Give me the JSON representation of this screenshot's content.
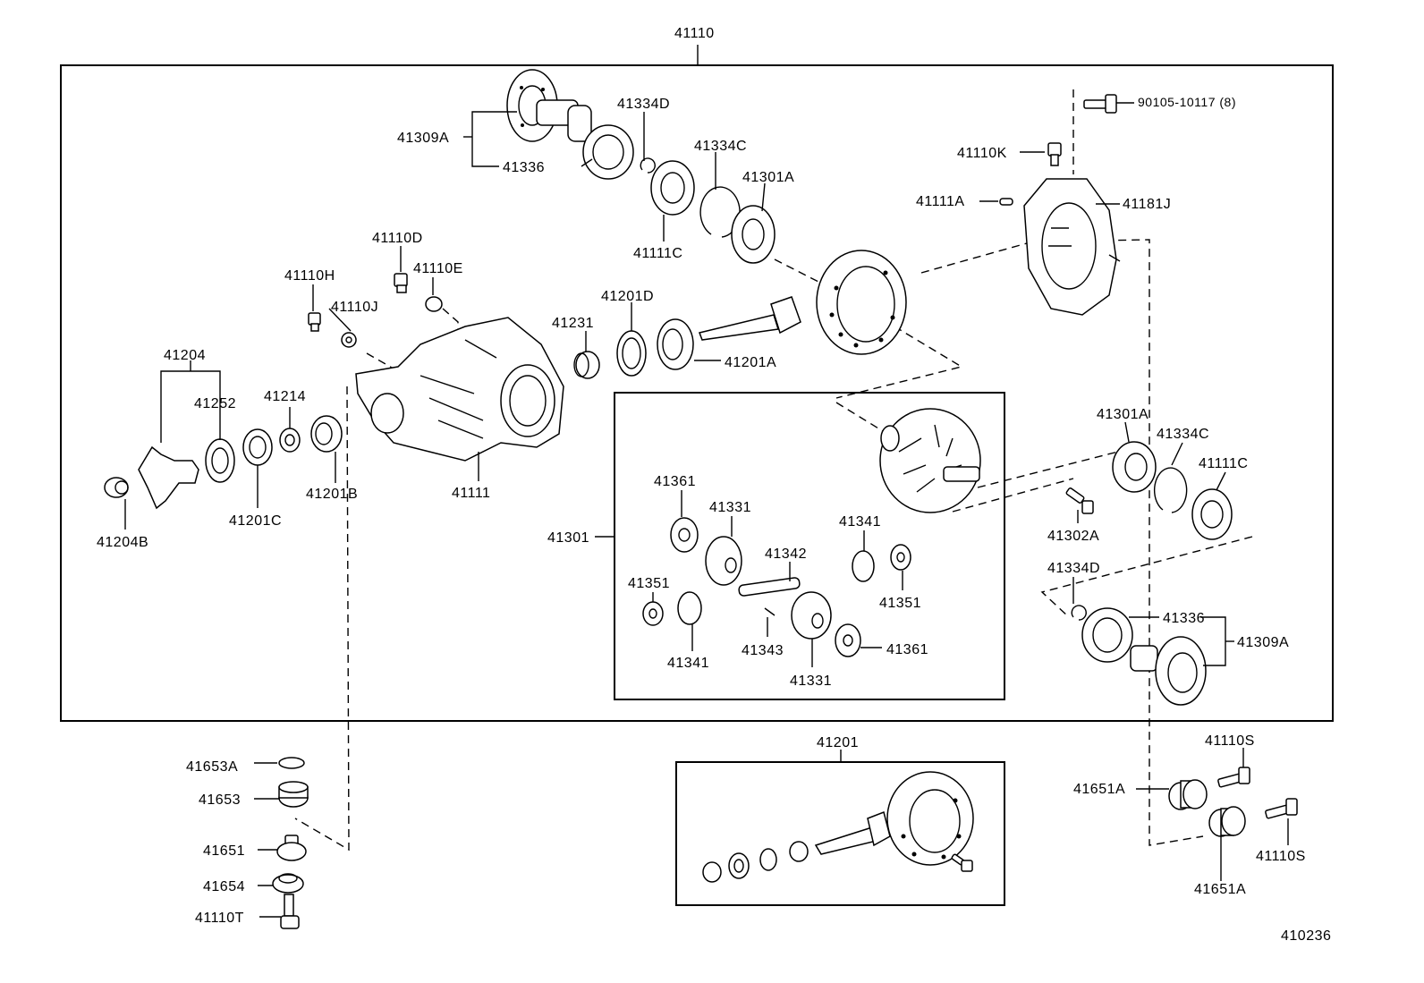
{
  "labels": {
    "p41110": "41110",
    "p41309A_top": "41309A",
    "p41336_top": "41336",
    "p41334D_top": "41334D",
    "p41334C_top": "41334C",
    "p41301A_top": "41301A",
    "p41111C_top": "41111C",
    "p90105": "90105-10117 (8)",
    "p41110K": "41110K",
    "p41111A": "41111A",
    "p41181J": "41181J",
    "p41110D": "41110D",
    "p41110E": "41110E",
    "p41110H": "41110H",
    "p41110J": "41110J",
    "p41201D": "41201D",
    "p41231": "41231",
    "p41201A": "41201A",
    "p41204": "41204",
    "p41252": "41252",
    "p41214": "41214",
    "p41201B": "41201B",
    "p41201C": "41201C",
    "p41204B": "41204B",
    "p41111": "41111",
    "p41301": "41301",
    "p41361_a": "41361",
    "p41331_a": "41331",
    "p41342": "41342",
    "p41341_a": "41341",
    "p41351_a": "41351",
    "p41351_b": "41351",
    "p41341_b": "41341",
    "p41343": "41343",
    "p41331_b": "41331",
    "p41361_b": "41361",
    "p41301A_right": "41301A",
    "p41334C_right": "41334C",
    "p41111C_right": "41111C",
    "p41302A": "41302A",
    "p41334D_right": "41334D",
    "p41336_right": "41336",
    "p41309A_right": "41309A",
    "p41653A": "41653A",
    "p41653": "41653",
    "p41651": "41651",
    "p41654": "41654",
    "p41110T": "41110T",
    "p41201": "41201",
    "p41110S_a": "41110S",
    "p41651A_a": "41651A",
    "p41110S_b": "41110S",
    "p41651A_b": "41651A",
    "fig_code": "410236"
  }
}
